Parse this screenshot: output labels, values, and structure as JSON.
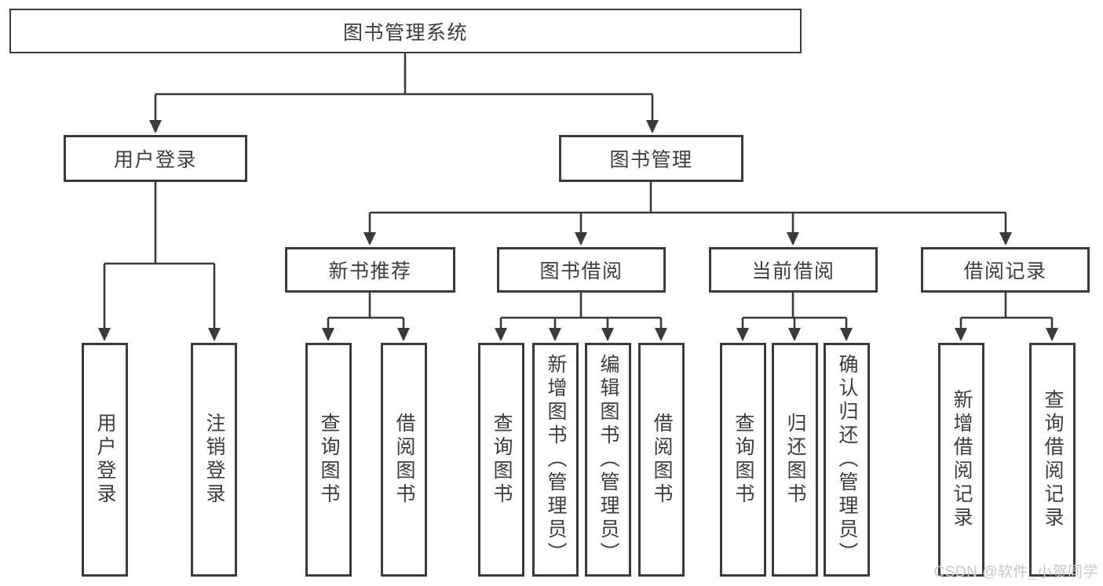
{
  "tree": {
    "root": "图书管理系统",
    "branches": [
      {
        "label": "用户登录",
        "children": [
          {
            "label": "用户登录"
          },
          {
            "label": "注销登录"
          }
        ]
      },
      {
        "label": "图书管理",
        "children": [
          {
            "label": "新书推荐",
            "children": [
              {
                "label": "查询图书"
              },
              {
                "label": "借阅图书"
              }
            ]
          },
          {
            "label": "图书借阅",
            "children": [
              {
                "label": "查询图书"
              },
              {
                "label": "新增图书（管理员）"
              },
              {
                "label": "编辑图书（管理员）"
              },
              {
                "label": "借阅图书"
              }
            ]
          },
          {
            "label": "当前借阅",
            "children": [
              {
                "label": "查询图书"
              },
              {
                "label": "归还图书"
              },
              {
                "label": "确认归还（管理员）"
              }
            ]
          },
          {
            "label": "借阅记录",
            "children": [
              {
                "label": "新增借阅记录"
              },
              {
                "label": "查询借阅记录"
              }
            ]
          }
        ]
      }
    ]
  },
  "watermark": {
    "text": "CSDN @软件_小贺同学"
  },
  "colors": {
    "line": "#3a3a3a",
    "box_border": "#3b3b3b",
    "text": "#3d3d3d",
    "watermark": "#c8c8c8",
    "background": "#ffffff"
  }
}
